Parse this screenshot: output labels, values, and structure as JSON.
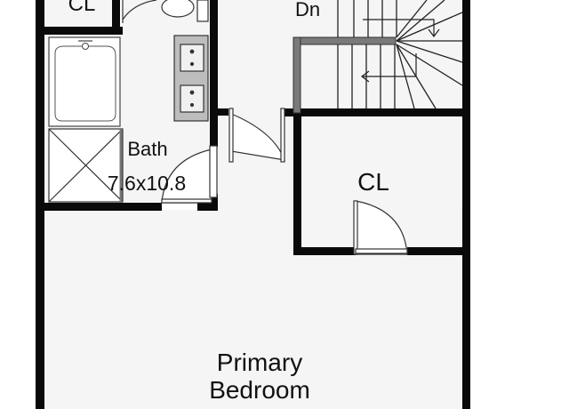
{
  "floorplan": {
    "rooms": {
      "closet_top_left": {
        "name": "CL"
      },
      "stairs": {
        "label": "Dn"
      },
      "bath": {
        "name": "Bath",
        "dimensions": "7.6x10.8"
      },
      "closet_center": {
        "name": "CL"
      },
      "primary_bedroom": {
        "name_line1": "Primary",
        "name_line2": "Bedroom"
      }
    },
    "colors": {
      "wall": "#0a0a0a",
      "floor": "#f5f5f5",
      "rail": "#7a7a7a",
      "background": "#ffffff"
    }
  }
}
